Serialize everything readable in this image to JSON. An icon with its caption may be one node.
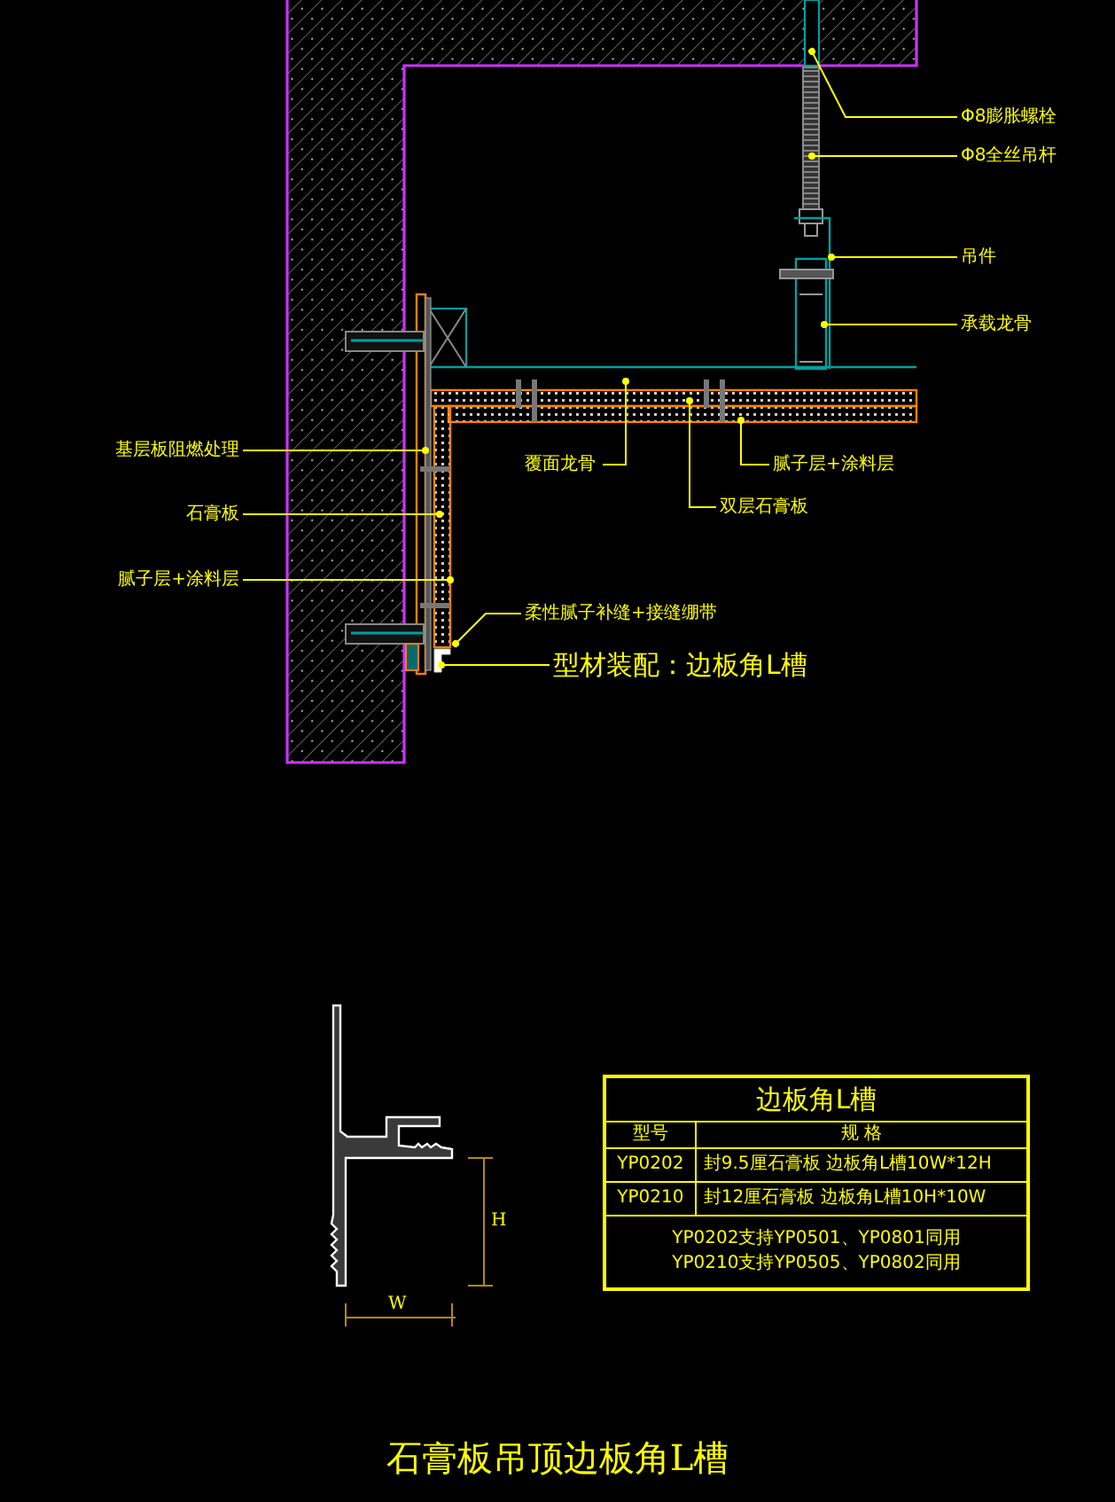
{
  "diagram": {
    "caption": "石膏板吊顶边板角L槽",
    "nodes": [
      {
        "text": [
          "Φ8膨胀螺栓"
        ]
      },
      {
        "text": [
          "Φ8全丝吊杆"
        ]
      },
      {
        "text": [
          "吊件"
        ]
      },
      {
        "text": [
          "承载龙骨"
        ]
      },
      {
        "text": [
          "基层板阻燃处理"
        ]
      },
      {
        "text": [
          "石膏板"
        ]
      },
      {
        "text": [
          "腻子层+涂料层"
        ]
      },
      {
        "text": [
          "覆面龙骨"
        ]
      },
      {
        "text": [
          "腻子层+涂料层"
        ]
      },
      {
        "text": [
          "双层石膏板"
        ]
      },
      {
        "text": [
          "柔性腻子补缝+接缝绷带"
        ]
      },
      {
        "text": [
          "型材装配：边板角L槽"
        ]
      }
    ],
    "edges": [
      {
        "from": 0,
        "to": null,
        "arrow": "other"
      },
      {
        "from": 1,
        "to": null,
        "arrow": "other"
      },
      {
        "from": 2,
        "to": null,
        "arrow": "other"
      },
      {
        "from": 3,
        "to": null,
        "arrow": "other"
      },
      {
        "from": 4,
        "to": null,
        "arrow": "other"
      },
      {
        "from": 5,
        "to": null,
        "arrow": "other"
      },
      {
        "from": 6,
        "to": null,
        "arrow": "other"
      },
      {
        "from": 7,
        "to": null,
        "arrow": "other"
      },
      {
        "from": 8,
        "to": null,
        "arrow": "other"
      },
      {
        "from": 9,
        "to": null,
        "arrow": "other"
      },
      {
        "from": 10,
        "to": null,
        "arrow": "other"
      },
      {
        "from": 11,
        "to": null,
        "arrow": "other"
      }
    ],
    "labels": [
      "边板角L槽",
      "型号",
      "规 格",
      "YP0202",
      "封9.5厘石膏板 边板角L槽10W*12H",
      "YP0210",
      "封12厘石膏板 边板角L槽10H*10W",
      "YP0202支持YP0501、YP0801同用",
      "YP0210支持YP0505、YP0802同用",
      "H",
      "W"
    ]
  }
}
